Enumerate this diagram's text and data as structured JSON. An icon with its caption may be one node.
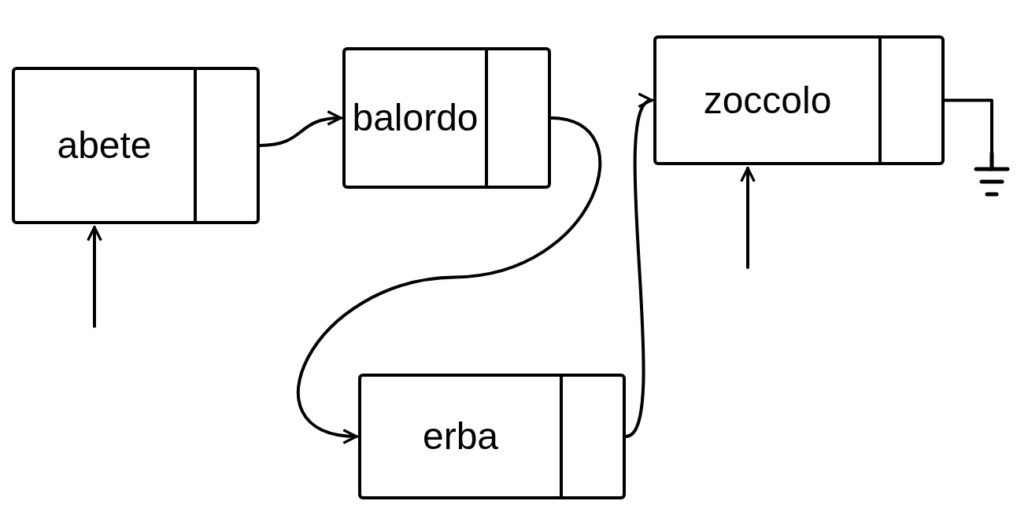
{
  "diagram": {
    "nodes": [
      {
        "text": [
          "abete"
        ]
      },
      {
        "text": [
          "balordo"
        ]
      },
      {
        "text": [
          "erba"
        ]
      },
      {
        "text": [
          "zoccolo"
        ]
      },
      {
        "text": [],
        "shape": "ground"
      }
    ],
    "edges": [
      {
        "from": 0,
        "to": 1,
        "arrow": "to"
      },
      {
        "from": 1,
        "to": 2,
        "arrow": "to"
      },
      {
        "from": 2,
        "to": 3,
        "arrow": "to"
      },
      {
        "from": 3,
        "to": 4,
        "arrow": "none"
      },
      {
        "from": null,
        "to": 0,
        "arrow": "to"
      },
      {
        "from": null,
        "to": 3,
        "arrow": "to"
      }
    ]
  }
}
